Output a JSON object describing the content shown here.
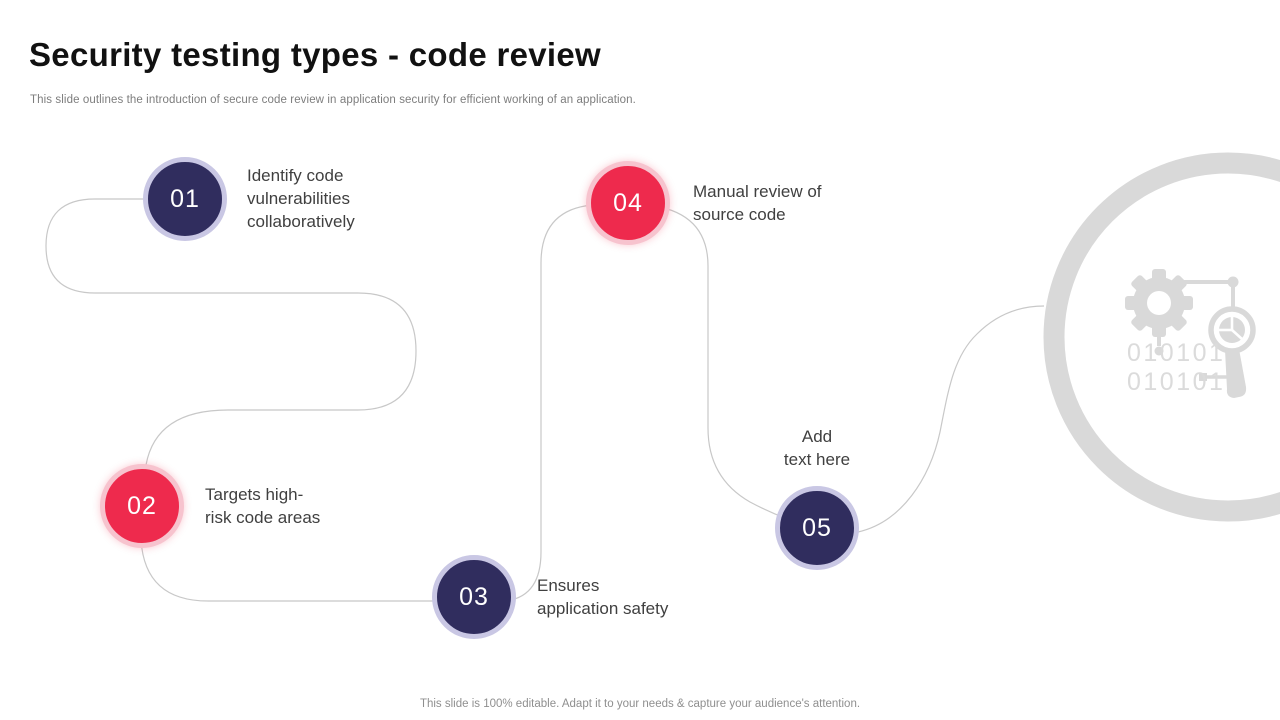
{
  "slide": {
    "title": "Security testing types - code review",
    "subtitle": "This slide outlines the introduction of secure code review in application security for efficient working of an application.",
    "footer": "This slide is 100% editable. Adapt it to your needs & capture your audience's attention."
  },
  "steps": [
    {
      "number": "01",
      "label": "Identify code\nvulnerabilities\ncollaboratively",
      "color": "#302d5e"
    },
    {
      "number": "02",
      "label": "Targets high-\nrisk code areas",
      "color": "#ee2a4d"
    },
    {
      "number": "03",
      "label": "Ensures\napplication safety",
      "color": "#302d5e"
    },
    {
      "number": "04",
      "label": "Manual review of\nsource code",
      "color": "#ee2a4d"
    },
    {
      "number": "05",
      "label": "Add\ntext here",
      "color": "#302d5e"
    }
  ],
  "watermark": {
    "binary_line1": "010101",
    "binary_line2": "010101",
    "icons": [
      "gear-icon",
      "magnifier-pie-chart-icon"
    ]
  },
  "colors": {
    "navy": "#302d5e",
    "navy_ring": "#c9c7e4",
    "red": "#ee2a4d",
    "red_ring": "#f7c3ce",
    "path_line": "#c8c8c8",
    "watermark_gray": "#d9d9d9",
    "label_text": "#404040"
  }
}
